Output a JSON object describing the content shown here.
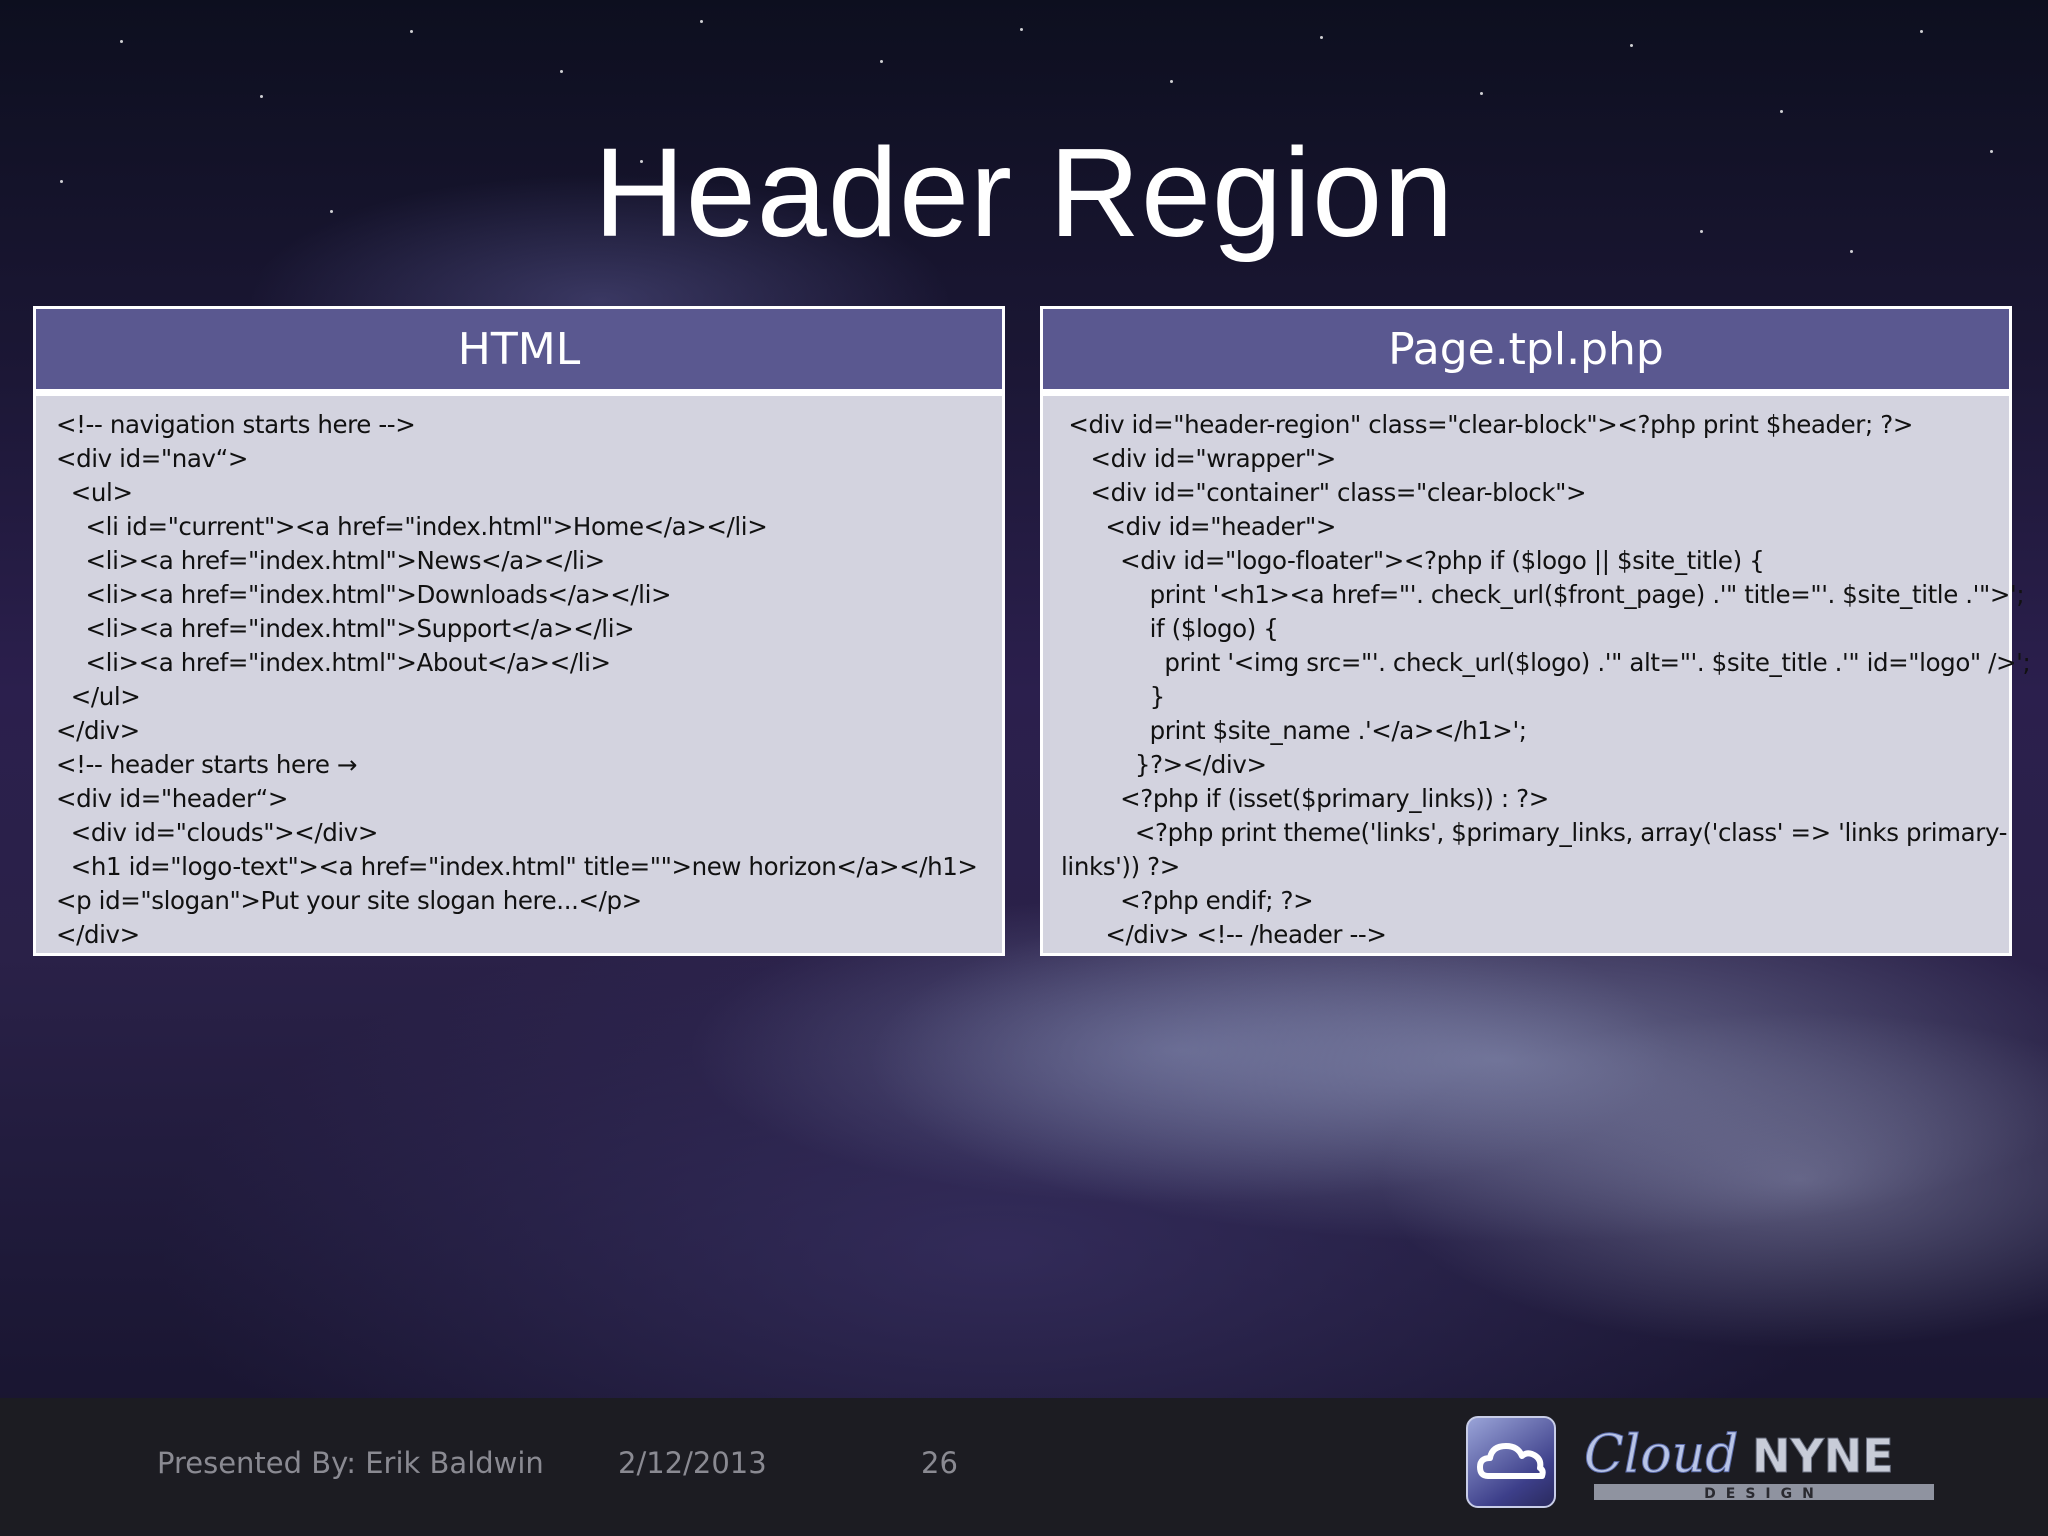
{
  "slide": {
    "title": "Header Region"
  },
  "left_panel": {
    "header": "HTML",
    "lines": [
      "<!-- navigation starts here -->",
      "<div id=\"nav“>",
      "  <ul>",
      "    <li id=\"current\"><a href=\"index.html\">Home</a></li>",
      "    <li><a href=\"index.html\">News</a></li>",
      "    <li><a href=\"index.html\">Downloads</a></li>",
      "    <li><a href=\"index.html\">Support</a></li>",
      "    <li><a href=\"index.html\">About</a></li>",
      "  </ul>",
      "</div>",
      "<!-- header starts here →",
      "<div id=\"header“>",
      "  <div id=\"clouds\"></div>",
      "  <h1 id=\"logo-text\"><a href=\"index.html\" title=\"\">new horizon</a></h1>",
      "<p id=\"slogan\">Put your site slogan here...</p>",
      "</div>"
    ]
  },
  "right_panel": {
    "header": "Page.tpl.php",
    "lines": [
      " <div id=\"header-region\" class=\"clear-block\"><?php print $header; ?>",
      "    <div id=\"wrapper\">",
      "    <div id=\"container\" class=\"clear-block\">",
      "      <div id=\"header\">",
      "        <div id=\"logo-floater\"><?php if ($logo || $site_title) {",
      "            print '<h1><a href=\"'. check_url($front_page) .'\" title=\"'. $site_title .'\">';",
      "            if ($logo) {",
      "              print '<img src=\"'. check_url($logo) .'\" alt=\"'. $site_title .'\" id=\"logo\" />';",
      "            }",
      "            print $site_name .'</a></h1>';",
      "          }?></div>",
      "        <?php if (isset($primary_links)) : ?>",
      "          <?php print theme('links', $primary_links, array('class' => 'links primary-",
      "links')) ?>",
      "        <?php endif; ?>",
      "      </div> <!-- /header -->"
    ]
  },
  "footer": {
    "presenter": "Presented By: Erik Baldwin",
    "date": "2/12/2013",
    "page_number": "26",
    "logo_icon": "cloud-icon",
    "logo_text": "Cloud Nyne Design"
  }
}
